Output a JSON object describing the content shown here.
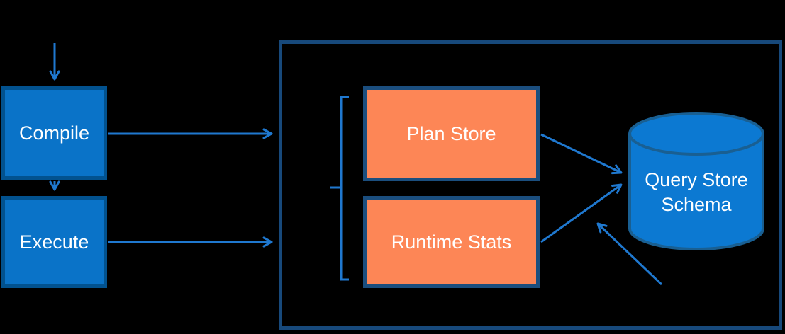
{
  "diagram": {
    "nodes": {
      "compile": {
        "label": "Compile"
      },
      "execute": {
        "label": "Execute"
      },
      "plan_store": {
        "label": "Plan Store"
      },
      "runtime_stats": {
        "label": "Runtime Stats"
      },
      "query_store_schema": {
        "label": "Query Store Schema"
      }
    },
    "edges": [
      {
        "from": "input",
        "to": "compile"
      },
      {
        "from": "compile",
        "to": "execute"
      },
      {
        "from": "compile",
        "to": "query-store-container"
      },
      {
        "from": "execute",
        "to": "query-store-container"
      },
      {
        "from": "plan_store",
        "to": "query_store_schema"
      },
      {
        "from": "runtime_stats",
        "to": "query_store_schema"
      },
      {
        "from": "bottom-right",
        "to": "runtime-stats-flow"
      }
    ],
    "colors": {
      "background": "#000000",
      "process_box_fill": "#0a73c8",
      "process_box_border": "#02528f",
      "store_box_fill": "#fd8656",
      "store_box_border": "#1b4e7e",
      "container_border": "#17497b",
      "arrow": "#1f78cf",
      "cylinder_fill": "#0c79d2",
      "cylinder_border": "#195f92",
      "text": "#ffffff"
    }
  }
}
